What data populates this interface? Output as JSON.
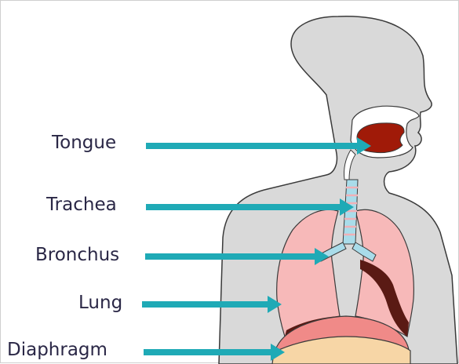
{
  "labels": {
    "tongue": "Tongue",
    "trachea": "Trachea",
    "bronchus": "Bronchus",
    "lung": "Lung",
    "diaphragm": "Diaphragm"
  },
  "colors": {
    "arrow": "#1faab6",
    "label_text": "#2a2746",
    "body": "#d9d9d9",
    "outline": "#3a3a3a",
    "lung": "#f7b9b9",
    "lung_dark": "#5a1a14",
    "tongue": "#a01a08",
    "mouth": "#ffffff",
    "trachea_light": "#a9dcea",
    "trachea_ring": "#f0b0b6",
    "diaphragm_red": "#f08a88",
    "diaphragm_tan": "#f7d6a6"
  }
}
